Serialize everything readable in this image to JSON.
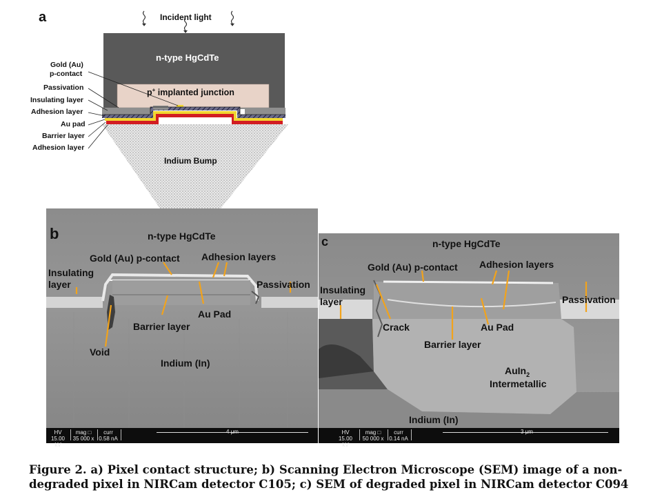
{
  "figure": {
    "panel_a": {
      "letter": "a",
      "incident_light": "Incident light",
      "n_type": "n-type HgCdTe",
      "junction": "p+ implanted junction",
      "junction_base": "p",
      "junction_sup": "+",
      "junction_rest": " implanted junction",
      "indium_bump": "Indium Bump",
      "left_labels": [
        "Gold (Au)",
        "p-contact",
        "Passivation",
        "Insulating layer",
        "Adhesion layer",
        "Au pad",
        "Barrier layer",
        "Adhesion layer"
      ]
    },
    "panel_b": {
      "letter": "b",
      "n_type": "n-type HgCdTe",
      "gold_contact": "Gold (Au) p-contact",
      "adhesion": "Adhesion layers",
      "insulating_1": "Insulating",
      "insulating_2": "layer",
      "passivation": "Passivation",
      "au_pad": "Au Pad",
      "barrier": "Barrier layer",
      "void": "Void",
      "indium": "Indium (In)",
      "bar": {
        "hv_label": "HV",
        "hv_value": "15.00 kV",
        "mag_label": "mag □",
        "mag_value": "35 000 x",
        "curr_label": "curr",
        "curr_value": "0.58 nA",
        "scale": "4 μm"
      }
    },
    "panel_c": {
      "letter": "c",
      "n_type": "n-type HgCdTe",
      "gold_contact": "Gold (Au) p-contact",
      "adhesion": "Adhesion layers",
      "insulating_1": "Insulating",
      "insulating_2": "layer",
      "passivation": "Passivation",
      "crack": "Crack",
      "au_pad": "Au Pad",
      "barrier": "Barrier layer",
      "auin2_base": "AuIn",
      "auin2_sub": "2",
      "intermetallic": "Intermetallic",
      "indium": "Indium (In)",
      "bar": {
        "hv_label": "HV",
        "hv_value": "15.00 kV",
        "mag_label": "mag □",
        "mag_value": "50 000 x",
        "curr_label": "curr",
        "curr_value": "0.14 nA",
        "scale": "3 μm"
      }
    },
    "caption_line1": "Figure 2. a) Pixel contact structure; b) Scanning Electron Microscope (SEM) image of a non-",
    "caption_line2": "degraded pixel in NIRCam detector C105; c) SEM of degraded pixel in NIRCam detector C094"
  }
}
